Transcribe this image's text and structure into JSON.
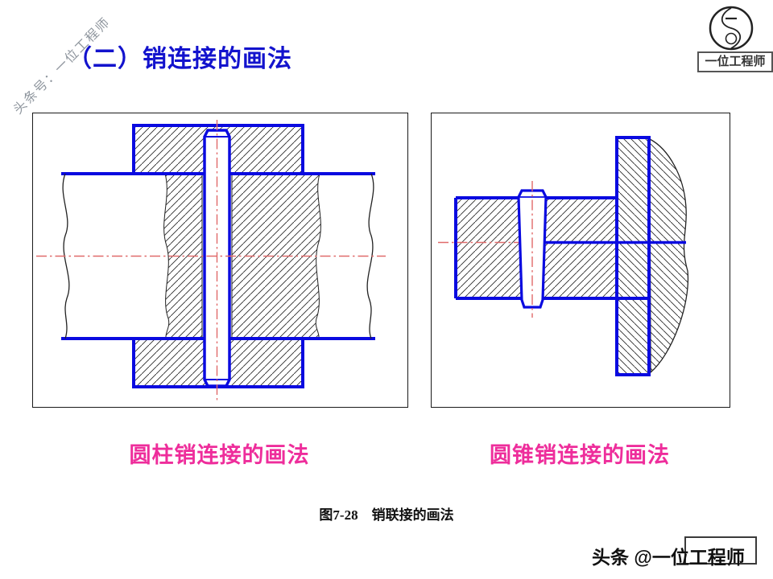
{
  "slide": {
    "title": "（二）销连接的画法",
    "watermark": "头条号：一位工程师",
    "logo": {
      "brand": "一位工程师"
    },
    "figures": {
      "left_caption": "圆柱销连接的画法",
      "right_caption": "圆锥销连接的画法"
    },
    "figure_caption": "图7-28　销联接的画法",
    "footer": "头条 @一位工程师",
    "colors": {
      "title_blue": "#1313cd",
      "drawing_blue": "#0a0ae0",
      "caption_magenta": "#ee2d9b",
      "centerline_red": "#e06a6a",
      "frame_black": "#1a1a1a",
      "watermark_gray": "#8f969e"
    }
  }
}
